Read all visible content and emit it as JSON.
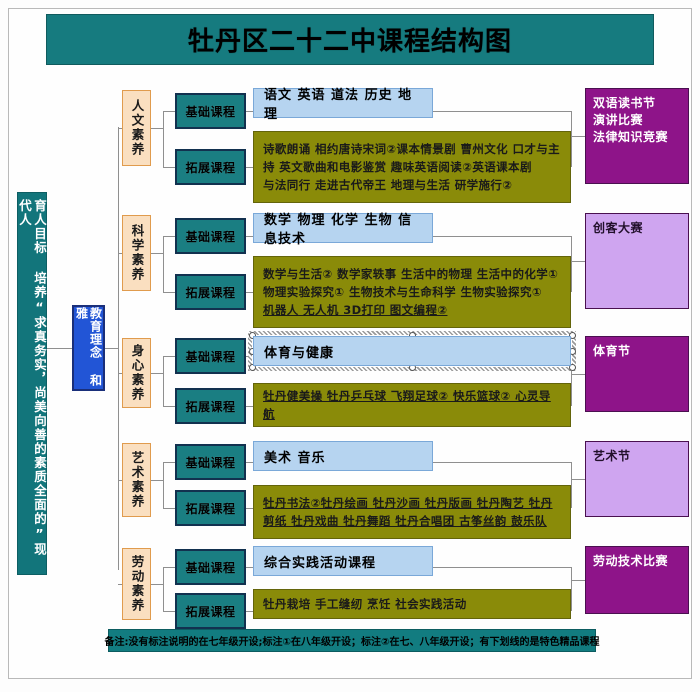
{
  "title": "牡丹区二十二中课程结构图",
  "goal": "育人目标  培养“求真务实，尚美向善的素质全面的”现代人",
  "philosophy": "教育理念  和雅",
  "course_type_labels": {
    "basic": "基础课程",
    "extended": "拓展课程"
  },
  "sections": [
    {
      "literacy": "人文素养",
      "basic": "语文 英语 道法 历史 地理",
      "extended_lines": [
        "诗歌朗诵 相约唐诗宋词②课本情景剧 曹州文化 口才与主",
        "持 英文歌曲和电影鉴赏 趣味英语阅读②英语课本剧",
        "与法同行   走进古代帝王   地理与生活   研学施行②"
      ],
      "activity": [
        "双语读书节",
        "演讲比赛",
        "法律知识竞赛"
      ],
      "activity_style": "dark"
    },
    {
      "literacy": "科学素养",
      "basic": "数学 物理 化学 生物 信息技术",
      "extended_lines": [
        "数学与生活②  数学家轶事  生活中的物理  生活中的化学①",
        "物理实验探究①   生物技术与生命科学   生物实验探究①",
        "机器人   无人机   3D打印   图文编程②"
      ],
      "extended_underline_lines": [
        2
      ],
      "activity": [
        "创客大赛"
      ],
      "activity_style": "light"
    },
    {
      "literacy": "身心素养",
      "basic": "体育与健康",
      "basic_selected": true,
      "extended_lines": [
        "牡丹健美操   牡丹乒乓球   飞翔足球② 快乐篮球② 心灵导",
        "航"
      ],
      "extended_underline_lines": [
        0,
        1
      ],
      "activity": [
        "体育节"
      ],
      "activity_style": "dark"
    },
    {
      "literacy": "艺术素养",
      "basic": "美术 音乐",
      "extended_lines": [
        "牡丹书法②牡丹绘画 牡丹沙画 牡丹版画 牡丹陶艺 牡丹",
        "剪纸 牡丹戏曲 牡丹舞蹈 牡丹合唱团 古筝丝韵 鼓乐队"
      ],
      "extended_underline_lines": [
        0,
        1
      ],
      "activity": [
        "艺术节"
      ],
      "activity_style": "light"
    },
    {
      "literacy": "劳动素养",
      "basic": "综合实践活动课程",
      "extended_lines": [
        "牡丹栽培 手工缝纫 烹饪 社会实践活动"
      ],
      "activity": [
        "劳动技术比赛"
      ],
      "activity_style": "dark"
    }
  ],
  "footnote": "备注:没有标注说明的在七年级开设;标注①在八年级开设；标注②在七、八年级开设；有下划线的是特色精品课程",
  "colors": {
    "title_bg": "#167b7f",
    "goal_bg": "#12757b",
    "philosophy_bg": "#2255d6",
    "literacy_bg": "#fadfc0",
    "course_type_bg": "#1a7e82",
    "basic_bg": "#b6d4f0",
    "extended_bg": "#8a8b09",
    "activity_dark_bg": "#8e1489",
    "activity_light_bg": "#cfa5f0",
    "footnote_bg": "#127c80",
    "line": "#8f8f8f"
  }
}
